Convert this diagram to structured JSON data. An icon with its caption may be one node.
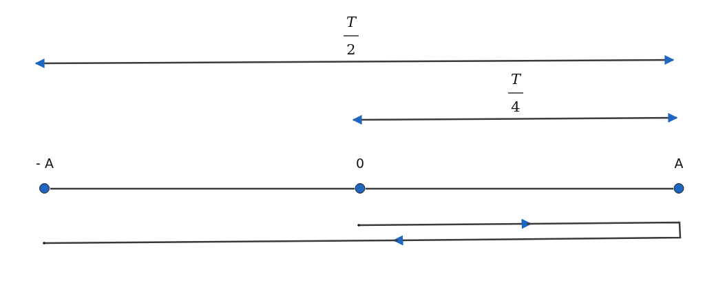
{
  "diagram": {
    "nodes": [
      {
        "text": [
          "- A"
        ]
      },
      {
        "text": [
          "0"
        ]
      },
      {
        "text": [
          "A"
        ]
      }
    ],
    "edges": [
      {
        "from": 0,
        "to": 1,
        "arrow": "none"
      },
      {
        "from": 1,
        "to": 2,
        "arrow": "none"
      }
    ],
    "labels": [
      "T",
      "2",
      "T",
      "4"
    ]
  }
}
